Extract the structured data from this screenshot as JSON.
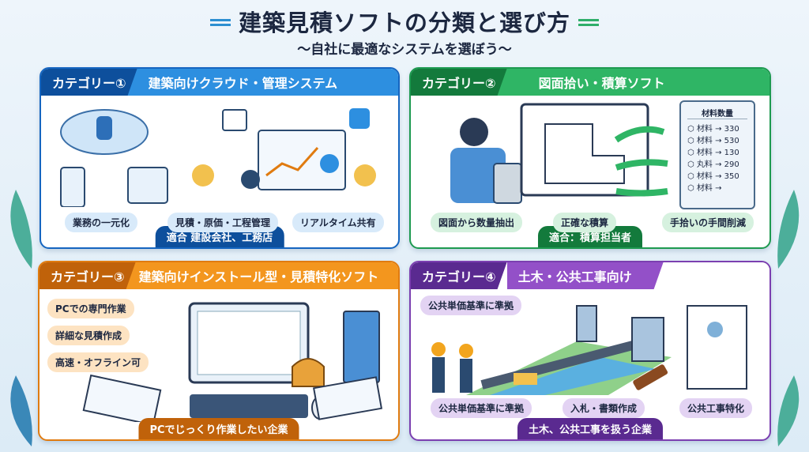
{
  "title": "建築見積ソフトの分類と選び方",
  "subtitle": "〜自社に最適なシステムを選ぼう〜",
  "colors": {
    "blue": "#1565c0",
    "green": "#1e9a50",
    "orange": "#e07b10",
    "purple": "#7b3fb0"
  },
  "panels": [
    {
      "category": "カテゴリー①",
      "name": "建築向けクラウド・管理システム",
      "features": [
        "業務の一元化",
        "見積・原価・工程管理",
        "リアルタイム共有"
      ],
      "fit": "適合 建設会社、工務店"
    },
    {
      "category": "カテゴリー②",
      "name": "図面拾い・積算ソフト",
      "features": [
        "図面から数量抽出",
        "正確な積算",
        "手拾いの手間削減"
      ],
      "fit": "適合：積算担当者",
      "materials": {
        "title": "材料数量",
        "rows": [
          {
            "item": "材料",
            "qty": "330"
          },
          {
            "item": "材料",
            "qty": "530"
          },
          {
            "item": "材料",
            "qty": "130"
          },
          {
            "item": "丸料",
            "qty": "290"
          },
          {
            "item": "材料",
            "qty": "350"
          },
          {
            "item": "材料",
            "qty": ""
          }
        ]
      }
    },
    {
      "category": "カテゴリー③",
      "name": "建築向けインストール型・見積特化ソフト",
      "features": [
        "PCでの専門作業",
        "詳細な見積作成",
        "高速・オフライン可"
      ],
      "fit": "PCでじっくり作業したい企業"
    },
    {
      "category": "カテゴリー④",
      "name": "土木・公共工事向け",
      "callout": "公共単価基準に準拠",
      "features": [
        "公共単価基準に準拠",
        "入札・書類作成",
        "公共工事特化"
      ],
      "fit": "土木、公共工事を扱う企業"
    }
  ]
}
